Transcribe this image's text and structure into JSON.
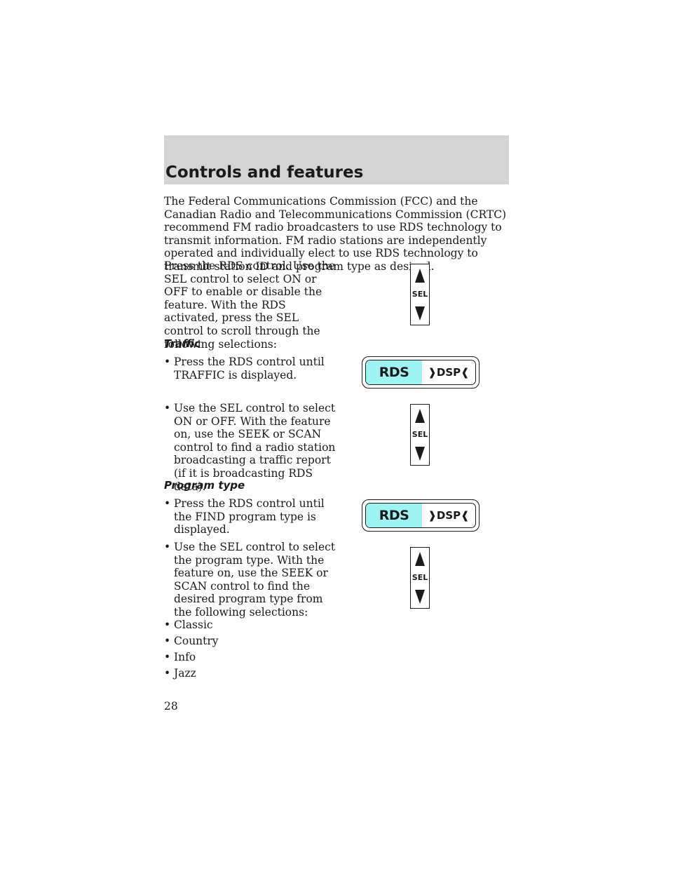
{
  "header": {
    "title": "Controls and features"
  },
  "intro": "The Federal Communications Commission (FCC) and the Canadian Radio and Telecommunications Commission (CRTC) recommend FM radio broadcasters to use RDS technology to transmit information. FM radio stations are independently operated and individually elect to use RDS technology to transmit station ID and program type as desired.",
  "rds_paragraph": "Press the RDS control. Use the SEL control to select ON or OFF to enable or disable the feature. With the RDS activated, press the SEL control to scroll through the following selections:",
  "traffic": {
    "heading": "Traffic",
    "bullets": [
      "Press the RDS control until TRAFFIC is displayed.",
      "Use the SEL control to select ON or OFF. With the feature on, use the SEEK or SCAN control to find a radio station broadcasting a traffic report (if it is broadcasting RDS data)."
    ]
  },
  "program_type": {
    "heading": "Program type",
    "bullets": [
      "Press the RDS control until the FIND program type is displayed.",
      "Use the SEL control to select the program type. With the feature on, use the SEEK or SCAN control to find the desired program type from the following selections:",
      "Classic",
      "Country",
      "Info",
      "Jazz"
    ]
  },
  "bullet_char": "•",
  "icons": {
    "sel_label": "SEL",
    "rds_label": "RDS",
    "dsp_label": "DSP"
  },
  "colors": {
    "rds_highlight": "#9ef3f3",
    "header_band": "#d4d4d4"
  },
  "page_number": "28"
}
